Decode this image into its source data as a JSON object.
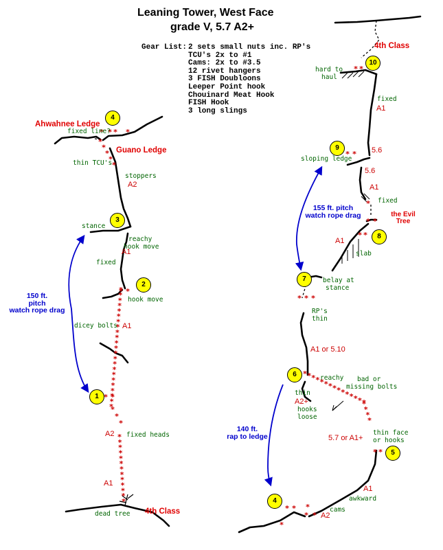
{
  "header": {
    "title": "Leaning Tower, West Face",
    "subtitle": "grade V, 5.7  A2+"
  },
  "gear": {
    "heading": "Gear List:",
    "items": [
      "2 sets small nuts inc. RP's",
      "TCU's 2x to #1",
      "Cams: 2x to #3.5",
      "12 rivet hangers",
      "3 FISH Doubloons",
      "Leeper Point hook",
      "Chouinard Meat Hook",
      "FISH Hook",
      "3 long slings"
    ]
  },
  "left_topo": {
    "pitch_numbers": [
      "4",
      "3",
      "2",
      "1"
    ],
    "ledges": [
      "Ahwahnee Ledge",
      "Guano Ledge"
    ],
    "bottom_class": "4th Class",
    "notes": {
      "fixed_line": "fixed line?",
      "thin_tcus": "thin TCU's",
      "stoppers": "stoppers",
      "stance": "stance",
      "reachy_1": "reachy",
      "reachy_2": "hook move",
      "fixed": "fixed",
      "hook_move": "hook move",
      "dicey_bolts": "dicey bolts",
      "fixed_heads": "fixed heads",
      "dead_tree": "dead tree"
    },
    "grades": {
      "a2_top": "A2",
      "a1_mid": "A1",
      "a1_low": "A1",
      "a2_low": "A2",
      "a1_bottom": "A1"
    },
    "pitch_note": [
      "150 ft.",
      "pitch",
      "watch rope drag"
    ]
  },
  "right_topo": {
    "pitch_numbers": [
      "10",
      "9",
      "8",
      "7",
      "6",
      "5",
      "4"
    ],
    "top_class": "4th Class",
    "evil_tree": [
      "the Evil",
      "Tree"
    ],
    "notes": {
      "hard_to_haul_1": "hard to",
      "hard_to_haul_2": "haul",
      "fixed_top": "fixed",
      "sloping_ledge": "sloping ledge",
      "fixed_mid": "fixed",
      "slab": "slab",
      "belay_1": "belay at",
      "belay_2": "stance",
      "rps_1": "RP's",
      "rps_2": "thin",
      "reachy": "reachy",
      "bad_bolts_1": "bad or",
      "bad_bolts_2": "missing bolts",
      "thin": "thin",
      "hooks_loose_1": "hooks",
      "hooks_loose_2": "loose",
      "thin_face_1": "thin face",
      "thin_face_2": "or hooks",
      "awkward": "awkward",
      "cams": "cams"
    },
    "grades": {
      "a1_top": "A1",
      "g56_1": "5.6",
      "g56_2": "5.6",
      "a1_mid": "A1",
      "a1_evil": "A1",
      "a1_or_510": "A1 or 5.10",
      "a2plus": "A2+",
      "g57_a1plus": "5.7 or A1+",
      "a1_low": "A1",
      "a2_bottom": "A2"
    },
    "pitch_note_upper": [
      "155 ft. pitch",
      "watch rope drag"
    ],
    "pitch_note_lower": [
      "140 ft.",
      "rap to ledge"
    ]
  },
  "colors": {
    "label_green": "#006400",
    "grade_red": "#cc0000",
    "note_blue": "#0000cc",
    "belay_yellow": "#ffff00"
  }
}
